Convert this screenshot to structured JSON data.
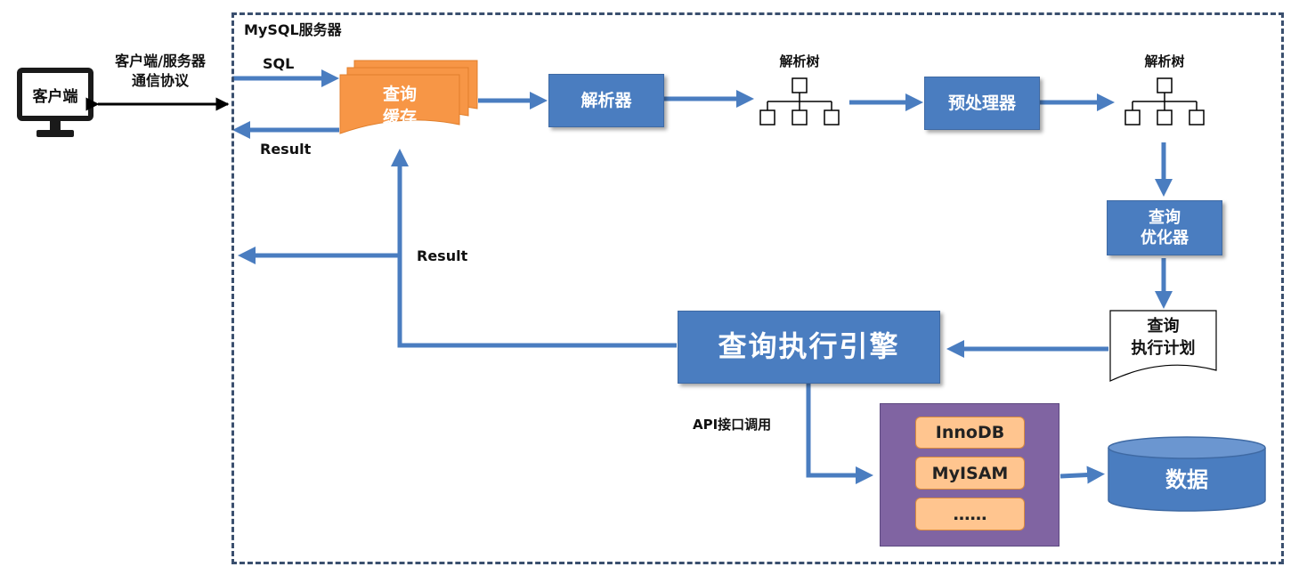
{
  "client": {
    "label": "客户端"
  },
  "protocol": {
    "line1": "客户端/服务器",
    "line2": "通信协议"
  },
  "server": {
    "title": "MySQL服务器"
  },
  "labels": {
    "sql": "SQL",
    "result_top": "Result",
    "result_mid": "Result",
    "api": "API接口调用"
  },
  "cache": {
    "label": "查询\n缓存"
  },
  "parser": {
    "label": "解析器"
  },
  "parse_tree_1": {
    "label": "解析树"
  },
  "preprocessor": {
    "label": "预处理器"
  },
  "parse_tree_2": {
    "label": "解析树"
  },
  "optimizer": {
    "label": "查询\n优化器"
  },
  "exec_plan": {
    "label": "查询\n执行计划"
  },
  "exec_engine": {
    "label": "查询执行引擎"
  },
  "storage_engines": {
    "items": [
      "InnoDB",
      "MyISAM",
      "……"
    ]
  },
  "data_store": {
    "label": "数据"
  },
  "colors": {
    "box_blue": "#4a7dc0",
    "arrow_blue": "#4a7dc0",
    "cache_orange": "#f79646",
    "engine_purple": "#8064a2",
    "engine_item": "#ffc58f",
    "frame": "#3a4f6e"
  }
}
